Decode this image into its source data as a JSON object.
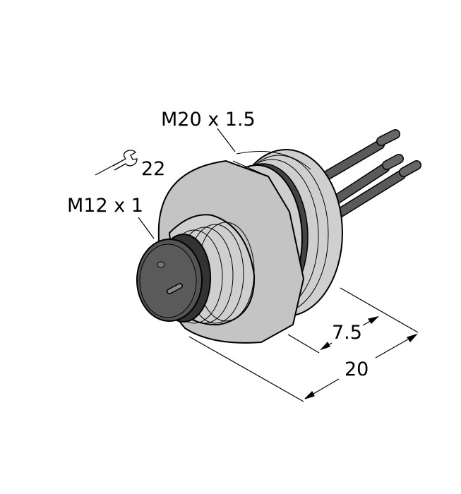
{
  "labels": {
    "housing_thread": "M20 x 1.5",
    "wrench_size": "22",
    "connector_thread": "M12 x 1",
    "dim_short": "7.5",
    "dim_long": "20"
  },
  "icons": {
    "wrench": "wrench-icon"
  },
  "colors": {
    "body": "#c8c8c8",
    "dark": "#555555",
    "outline": "#000000"
  }
}
